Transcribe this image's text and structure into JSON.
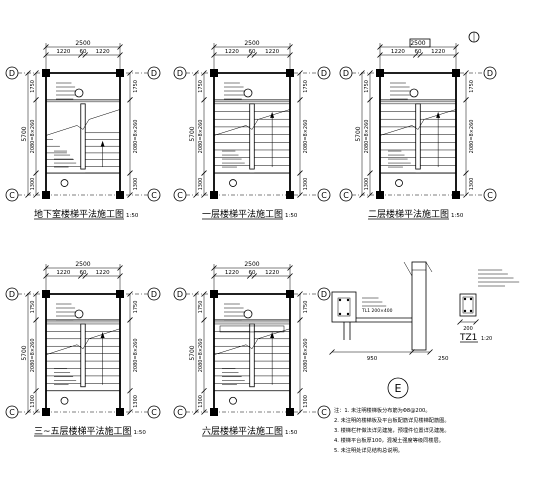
{
  "panels": [
    {
      "id": "p1",
      "title": "地下室楼梯平法施工图",
      "scale": "1:50"
    },
    {
      "id": "p2",
      "title": "一层楼梯平法施工图",
      "scale": "1:50"
    },
    {
      "id": "p3",
      "title": "二层楼梯平法施工图",
      "scale": "1:50"
    },
    {
      "id": "p4",
      "title": "三~五层楼梯平法施工图",
      "scale": "1:50"
    },
    {
      "id": "p5",
      "title": "六层楼梯平法施工图",
      "scale": "1:50"
    }
  ],
  "axes": {
    "top": "D",
    "bottom": "C"
  },
  "dims": {
    "overall_width": "2500",
    "width_parts": [
      "1220",
      "60",
      "1220"
    ],
    "overall_height": "5700",
    "upper_band": "1750",
    "lower_band": "1300",
    "flight": "2080=8×260"
  },
  "tz": {
    "label": "TZ1",
    "scale": "1:20",
    "size": "200",
    "section_width": "950",
    "section_side": "250",
    "rebar_note": "TL1 200×400",
    "circle": "E"
  },
  "notes": [
    "注：1. 未注明楼梯板分布筋为Φ8@200。",
    "2. 未注明的楼梯板及平台板配筋详见楼梯配筋图。",
    "3. 楼梯栏杆做法详见建施，预埋件位置详见建施。",
    "4. 楼梯平台板厚100，混凝土强度等级同楼层。",
    "5. 未注明处详见结构总说明。"
  ]
}
